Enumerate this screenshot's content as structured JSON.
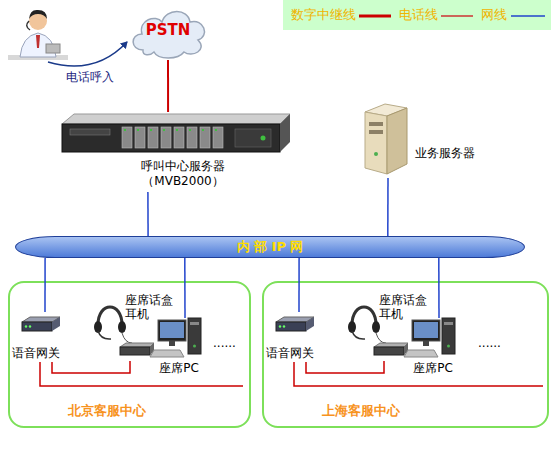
{
  "diagram": {
    "nodes": [
      {
        "text": [
          "PSTN"
        ]
      },
      {
        "text": [
          "呼叫中心服务器 （MVB2000）"
        ]
      },
      {
        "text": [
          "业务服务器"
        ]
      },
      {
        "text": [
          "内 部 IP 网"
        ]
      },
      {
        "text": [
          "北京客服中心"
        ]
      },
      {
        "text": [
          "语音网关"
        ],
        "in": 4
      },
      {
        "text": [
          "座席话盒 耳机"
        ],
        "in": 4
      },
      {
        "text": [
          "座席PC"
        ],
        "in": 4
      },
      {
        "text": [
          "上海客服中心"
        ]
      },
      {
        "text": [
          "语音网关"
        ],
        "in": 8
      },
      {
        "text": [
          "座席话盒 耳机"
        ],
        "in": 8
      },
      {
        "text": [
          "座席PC"
        ],
        "in": 8
      }
    ],
    "edges": [
      {
        "from": 0,
        "to": 1,
        "arrow": "none"
      },
      {
        "from": 1,
        "to": 3,
        "arrow": "none"
      },
      {
        "from": 2,
        "to": 3,
        "arrow": "none"
      },
      {
        "from": 3,
        "to": 5,
        "arrow": "none"
      },
      {
        "from": 3,
        "to": 7,
        "arrow": "none"
      },
      {
        "from": 5,
        "to": 6,
        "arrow": "none"
      },
      {
        "from": 3,
        "to": 9,
        "arrow": "none"
      },
      {
        "from": 3,
        "to": 11,
        "arrow": "none"
      },
      {
        "from": 9,
        "to": 10,
        "arrow": "none"
      }
    ],
    "labels": [
      "电话呼入",
      "......",
      "......"
    ],
    "legend": [
      {
        "text": "数字中继线"
      },
      {
        "text": "电话线"
      },
      {
        "text": "网线"
      }
    ]
  }
}
